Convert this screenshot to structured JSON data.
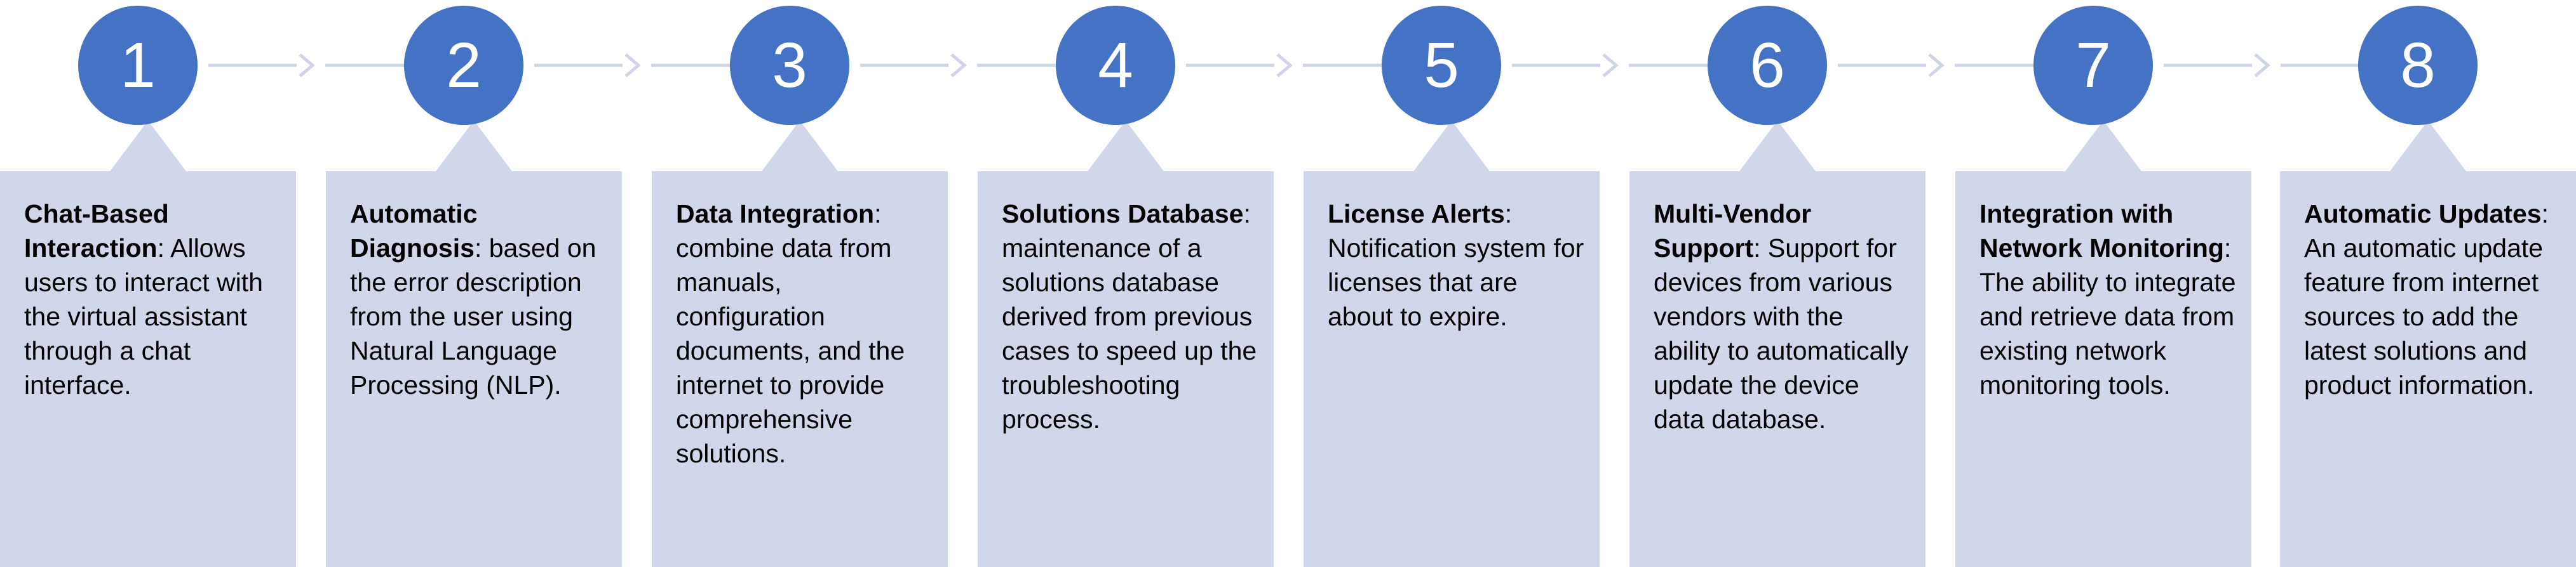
{
  "colors": {
    "circle": "#4472c4",
    "card": "#d1d7ea",
    "connector": "#cfd5e8",
    "text": "#000000"
  },
  "steps": [
    {
      "number": "1",
      "term": "Chat-Based Interaction",
      "description": ": Allows users to interact with the virtual assistant through a chat interface."
    },
    {
      "number": "2",
      "term": "Automatic Diagnosis",
      "description": ": based on the error description from the user using Natural Language Processing (NLP)."
    },
    {
      "number": "3",
      "term": "Data Integration",
      "description": ": combine data from manuals, configuration documents, and the internet to provide comprehensive solutions."
    },
    {
      "number": "4",
      "term": "Solutions Database",
      "description": ": maintenance of a solutions database derived from previous cases to speed up the troubleshooting process."
    },
    {
      "number": "5",
      "term": "License Alerts",
      "description": ": Notification system for licenses that are about to expire."
    },
    {
      "number": "6",
      "term": "Multi-Vendor Support",
      "description": ": Support for devices from various vendors with the ability to automatically update the device data database."
    },
    {
      "number": "7",
      "term": "Integration with Network Monitoring",
      "description": ": The ability to integrate and retrieve data from existing network monitoring tools."
    },
    {
      "number": "8",
      "term": "Automatic Updates",
      "description": ": An automatic update feature from internet sources to add the latest solutions and product information."
    }
  ]
}
